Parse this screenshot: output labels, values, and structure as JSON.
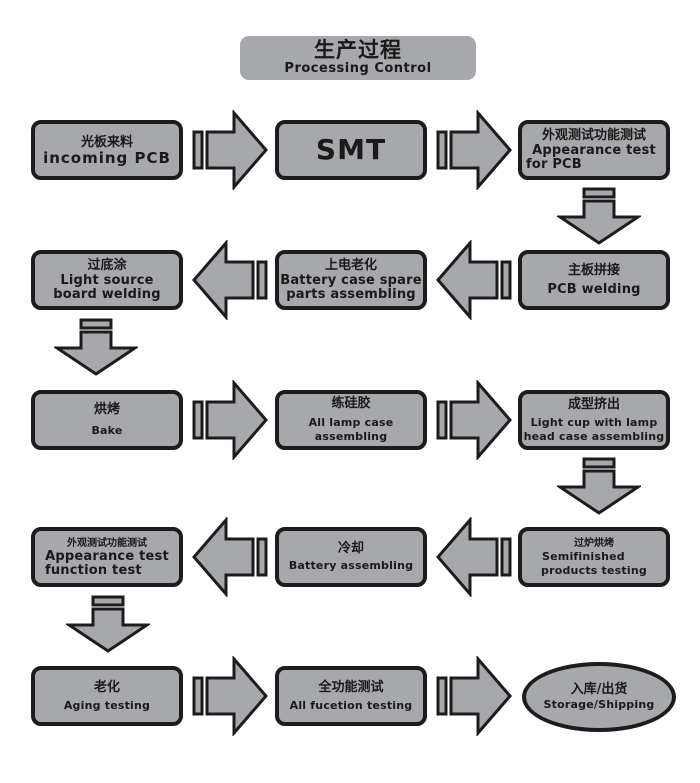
{
  "header": {
    "title_cn": "生产过程",
    "title_en": "Processing  Control"
  },
  "colors": {
    "box_fill": "#a7a8ab",
    "box_border": "#1c1c1c",
    "background": "#ffffff"
  },
  "steps": [
    {
      "cn": "光板来料",
      "en": [
        "incoming  PCB"
      ]
    },
    {
      "cn": "SMT",
      "en": []
    },
    {
      "cn": "外观测试功能测试",
      "en": [
        "Appearance test",
        "for PCB"
      ]
    },
    {
      "cn": "主板拼接",
      "en": [
        "PCB welding"
      ]
    },
    {
      "cn": "上电老化",
      "en": [
        "Battery case spare",
        "parts assembling"
      ]
    },
    {
      "cn": "过底涂",
      "en": [
        "Light source",
        "board welding"
      ]
    },
    {
      "cn": "烘烤",
      "en": [
        "Bake"
      ]
    },
    {
      "cn": "练硅胶",
      "en": [
        "All lamp case",
        "assembling"
      ]
    },
    {
      "cn": "成型挤出",
      "en": [
        "Light cup with lamp",
        "head case assembling"
      ]
    },
    {
      "cn": "过炉烘烤",
      "en": [
        "Semifinished",
        "products testing"
      ]
    },
    {
      "cn": "冷却",
      "en": [
        "Battery assembling"
      ]
    },
    {
      "cn": "外观测试功能测试",
      "en": [
        "Appearance test",
        "function test"
      ]
    },
    {
      "cn": "老化",
      "en": [
        "Aging testing"
      ]
    },
    {
      "cn": "全功能测试",
      "en": [
        "All fucetion testing"
      ]
    },
    {
      "cn": "入库/出货",
      "en": [
        "Storage/Shipping"
      ]
    }
  ],
  "arrows": [
    {
      "from": 0,
      "to": 1,
      "direction": "right"
    },
    {
      "from": 1,
      "to": 2,
      "direction": "right"
    },
    {
      "from": 2,
      "to": 3,
      "direction": "down"
    },
    {
      "from": 3,
      "to": 4,
      "direction": "left"
    },
    {
      "from": 4,
      "to": 5,
      "direction": "left"
    },
    {
      "from": 5,
      "to": 6,
      "direction": "down"
    },
    {
      "from": 6,
      "to": 7,
      "direction": "right"
    },
    {
      "from": 7,
      "to": 8,
      "direction": "right"
    },
    {
      "from": 8,
      "to": 9,
      "direction": "down"
    },
    {
      "from": 9,
      "to": 10,
      "direction": "left"
    },
    {
      "from": 10,
      "to": 11,
      "direction": "left"
    },
    {
      "from": 11,
      "to": 12,
      "direction": "down"
    },
    {
      "from": 12,
      "to": 13,
      "direction": "right"
    },
    {
      "from": 13,
      "to": 14,
      "direction": "right"
    }
  ]
}
